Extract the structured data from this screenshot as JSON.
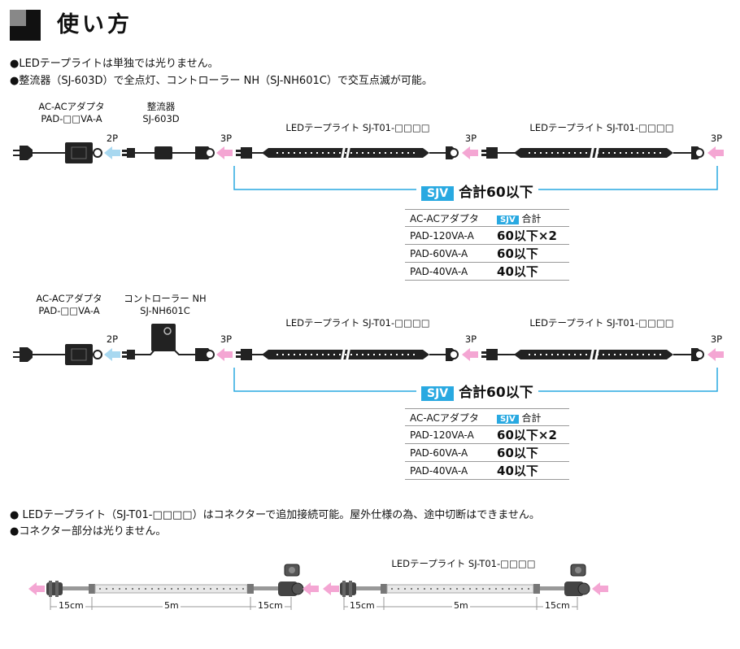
{
  "header": {
    "title": "使い方"
  },
  "notes_top": [
    "●LEDテープライトは単独では光りません。",
    "●整流器（SJ-603D）で全点灯、コントローラー NH（SJ-NH601C）で交互点滅が可能。"
  ],
  "diagram1": {
    "adapter_label_1": "AC-ACアダプタ",
    "adapter_label_2": "PAD-□□VA-A",
    "device_label_1": "整流器",
    "device_label_2": "SJ-603D",
    "tape_label_1": "LEDテープライト SJ-T01-□□□□",
    "tape_label_2": "LEDテープライト SJ-T01-□□□□",
    "pin_2p": "2P",
    "pin_3p_a": "3P",
    "pin_3p_b": "3P",
    "pin_3p_c": "3P",
    "sjv_badge": "SJV",
    "sum_text": "合計60以下",
    "table_header": [
      "AC-ACアダプタ",
      "SJV",
      "合計"
    ],
    "table_rows": [
      {
        "model": "PAD-120VA-A",
        "value": "60以下×2"
      },
      {
        "model": "PAD-60VA-A",
        "value": "60以下"
      },
      {
        "model": "PAD-40VA-A",
        "value": "40以下"
      }
    ]
  },
  "diagram2": {
    "adapter_label_1": "AC-ACアダプタ",
    "adapter_label_2": "PAD-□□VA-A",
    "device_label_1": "コントローラー NH",
    "device_label_2": "SJ-NH601C",
    "tape_label_1": "LEDテープライト SJ-T01-□□□□",
    "tape_label_2": "LEDテープライト SJ-T01-□□□□",
    "pin_2p": "2P",
    "pin_3p_a": "3P",
    "pin_3p_b": "3P",
    "pin_3p_c": "3P",
    "sjv_badge": "SJV",
    "sum_text": "合計60以下",
    "table_header": [
      "AC-ACアダプタ",
      "SJV",
      "合計"
    ],
    "table_rows": [
      {
        "model": "PAD-120VA-A",
        "value": "60以下×2"
      },
      {
        "model": "PAD-60VA-A",
        "value": "60以下"
      },
      {
        "model": "PAD-40VA-A",
        "value": "40以下"
      }
    ]
  },
  "notes_bottom": [
    "● LEDテープライト（SJ-T01-□□□□）はコネクターで追加接続可能。屋外仕様の為、途中切断はできません。",
    "●コネクター部分は光りません。"
  ],
  "bottom_diagram": {
    "tape_label": "LEDテープライト SJ-T01-□□□□",
    "dims_left": [
      "15cm",
      "5m",
      "15cm"
    ],
    "dims_right": [
      "15cm",
      "5m",
      "15cm"
    ]
  },
  "colors": {
    "blue_arrow": "#a8d8f0",
    "pink_arrow": "#f4a6d3",
    "sjv_blue": "#29a9e1",
    "line_blue": "#29a9e1"
  }
}
